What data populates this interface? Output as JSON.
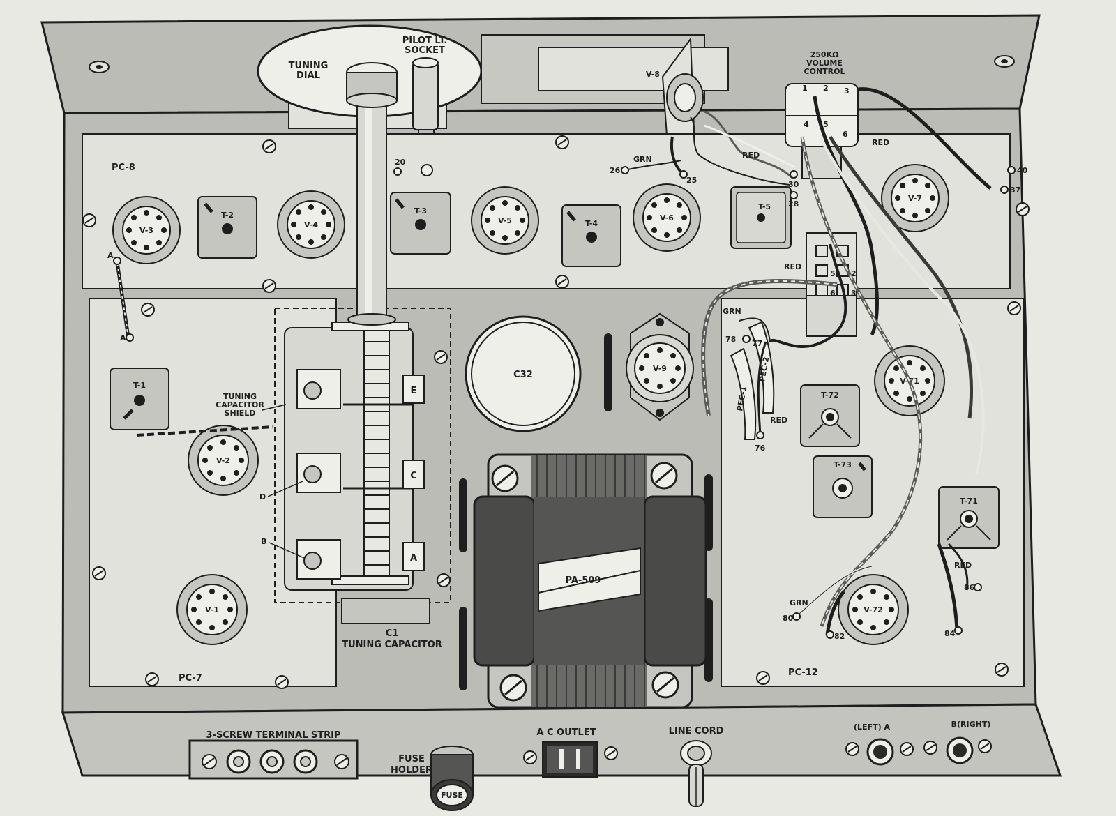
{
  "boards": {
    "pc8": "PC-8",
    "pc7": "PC-7",
    "pc12": "PC-12"
  },
  "parts": {
    "tuning_dial": [
      "TUNING",
      "DIAL"
    ],
    "pilot_socket": [
      "PILOT LT.",
      "SOCKET"
    ],
    "volume_control": [
      "250KΩ",
      "VOLUME",
      "CONTROL"
    ],
    "tuning_cap_shield": [
      "TUNING",
      "CAPACITOR",
      "SHIELD"
    ],
    "tuning_capacitor": [
      "C1",
      "TUNING CAPACITOR"
    ],
    "c32": "C32",
    "pa509": "PA-509",
    "pec1": "PEC-1",
    "pec2": "PEC-2"
  },
  "tubes": {
    "v1": "V-1",
    "v2": "V-2",
    "v3": "V-3",
    "v4": "V-4",
    "v5": "V-5",
    "v6": "V-6",
    "v7": "V-7",
    "v8": "V-8",
    "v9": "V-9",
    "v71": "V-71",
    "v72": "V-72"
  },
  "transformers": {
    "t1": "T-1",
    "t2": "T-2",
    "t3": "T-3",
    "t4": "T-4",
    "t5": "T-5",
    "t71": "T-71",
    "t72": "T-72",
    "t73": "T-73"
  },
  "cap_sections": {
    "e": "E",
    "c": "C",
    "a": "A"
  },
  "points": {
    "a_top": "A",
    "a_bottom": "A",
    "b": "B",
    "d": "D",
    "p20": "20",
    "p25": "25",
    "p26": "26",
    "p28": "28",
    "p30": "30",
    "p37": "37",
    "p40": "40",
    "p76": "76",
    "p77": "77",
    "p78": "78",
    "p80": "80",
    "p82": "82",
    "p84": "84",
    "p86": "86"
  },
  "pins": {
    "n1": "1",
    "n2": "2",
    "n3": "3",
    "n4": "4",
    "n5": "5",
    "n6": "6"
  },
  "wires": {
    "red": "RED",
    "grn": "GRN"
  },
  "rear_panel": {
    "terminal_strip": "3-SCREW TERMINAL STRIP",
    "fuse_holder": [
      "FUSE",
      "HOLDER"
    ],
    "fuse_cap": "FUSE",
    "ac_outlet": "A C OUTLET",
    "line_cord": "LINE CORD",
    "left_a": "(LEFT) A",
    "right_b": "B(RIGHT)"
  },
  "colors": {
    "paper": "#e9e9e4",
    "chassis": "#bcbcb6",
    "board": "#e2e2dc",
    "line": "#1e1e1e",
    "part_gray": "#c6c6c1",
    "transformer_dark": "#4a4a48"
  }
}
